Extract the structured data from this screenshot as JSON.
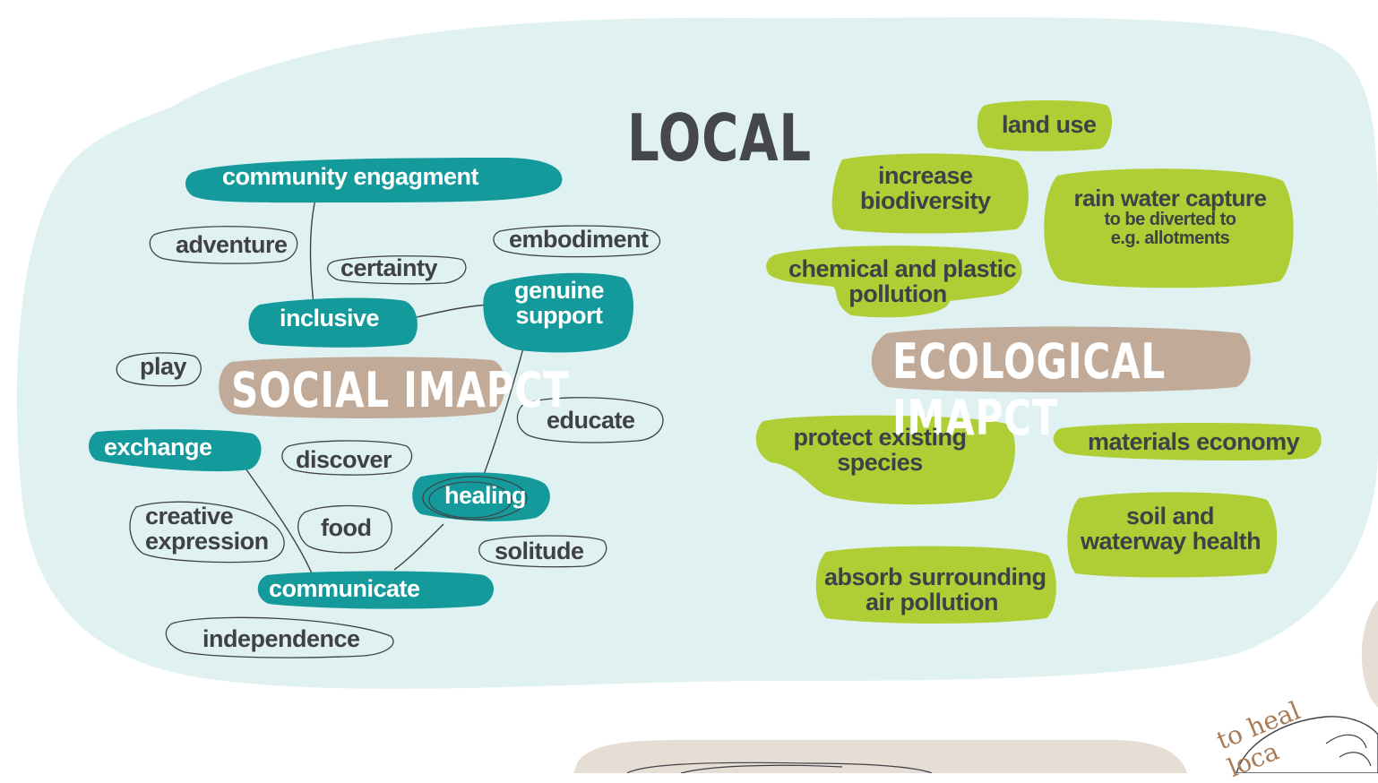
{
  "title": "LOCAL",
  "social": {
    "heading": "SOCIAL IMAPCT",
    "highlighted": {
      "community": "community engagment",
      "inclusive": "inclusive",
      "genuine_support_line1": "genuine",
      "genuine_support_line2": "support",
      "exchange": "exchange",
      "healing": "healing",
      "communicate": "communicate"
    },
    "outlined": {
      "adventure": "adventure",
      "certainty": "certainty",
      "embodiment": "embodiment",
      "play": "play",
      "educate": "educate",
      "discover": "discover",
      "creative_line1": "creative",
      "creative_line2": "expression",
      "food": "food",
      "solitude": "solitude",
      "independence": "independence"
    }
  },
  "ecological": {
    "heading": "ECOLOGICAL IMAPCT",
    "land_use": "land use",
    "biodiversity_line1": "increase",
    "biodiversity_line2": "biodiversity",
    "rain_line1": "rain water capture",
    "rain_line2": "to be diverted to",
    "rain_line3": "e.g. allotments",
    "pollution_line1": "chemical and plastic",
    "pollution_line2": "pollution",
    "protect_line1": "protect existing",
    "protect_line2": "species",
    "materials": "materials economy",
    "soil_line1": "soil and",
    "soil_line2": "waterway health",
    "absorb_line1": "absorb surrounding",
    "absorb_line2": "air pollution"
  },
  "side_note": "to heal loca",
  "colors": {
    "background_blob": "#e0f1f2",
    "social_fill": "#159a9c",
    "eco_fill": "#afce36",
    "heading_fill": "#c1ab98",
    "text_dark": "#3f4146",
    "bottom_blob": "#e6ddd4"
  }
}
